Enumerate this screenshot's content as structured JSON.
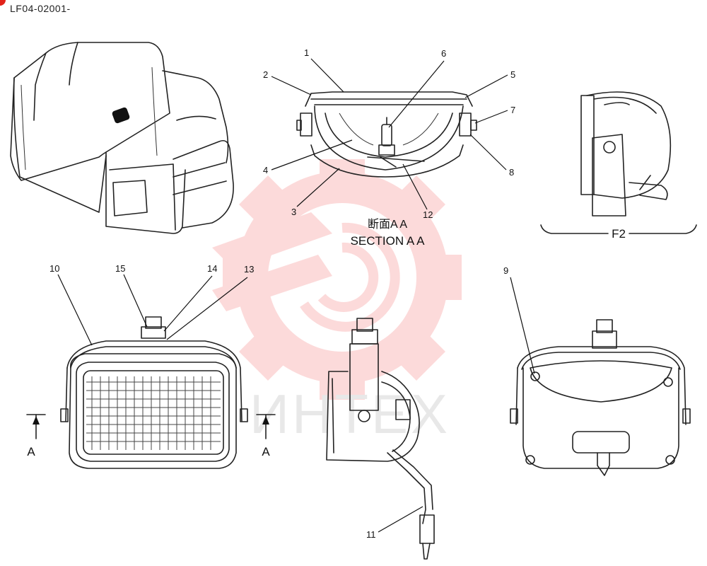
{
  "document": {
    "part_code": "LF04-02001-"
  },
  "section_view": {
    "title_line1": "断面A A",
    "title_line2": "SECTION A A"
  },
  "side_view": {
    "label": "F2"
  },
  "section_marker": {
    "left": "A",
    "right": "A"
  },
  "callouts": {
    "c1": "1",
    "c2": "2",
    "c3": "3",
    "c4": "4",
    "c5": "5",
    "c6": "6",
    "c7": "7",
    "c8": "8",
    "c9": "9",
    "c10": "10",
    "c11": "11",
    "c12": "12",
    "c13": "13",
    "c14": "14",
    "c15": "15"
  },
  "watermark": {
    "text": "ИНТЕХ",
    "color": "#f25a5a"
  }
}
